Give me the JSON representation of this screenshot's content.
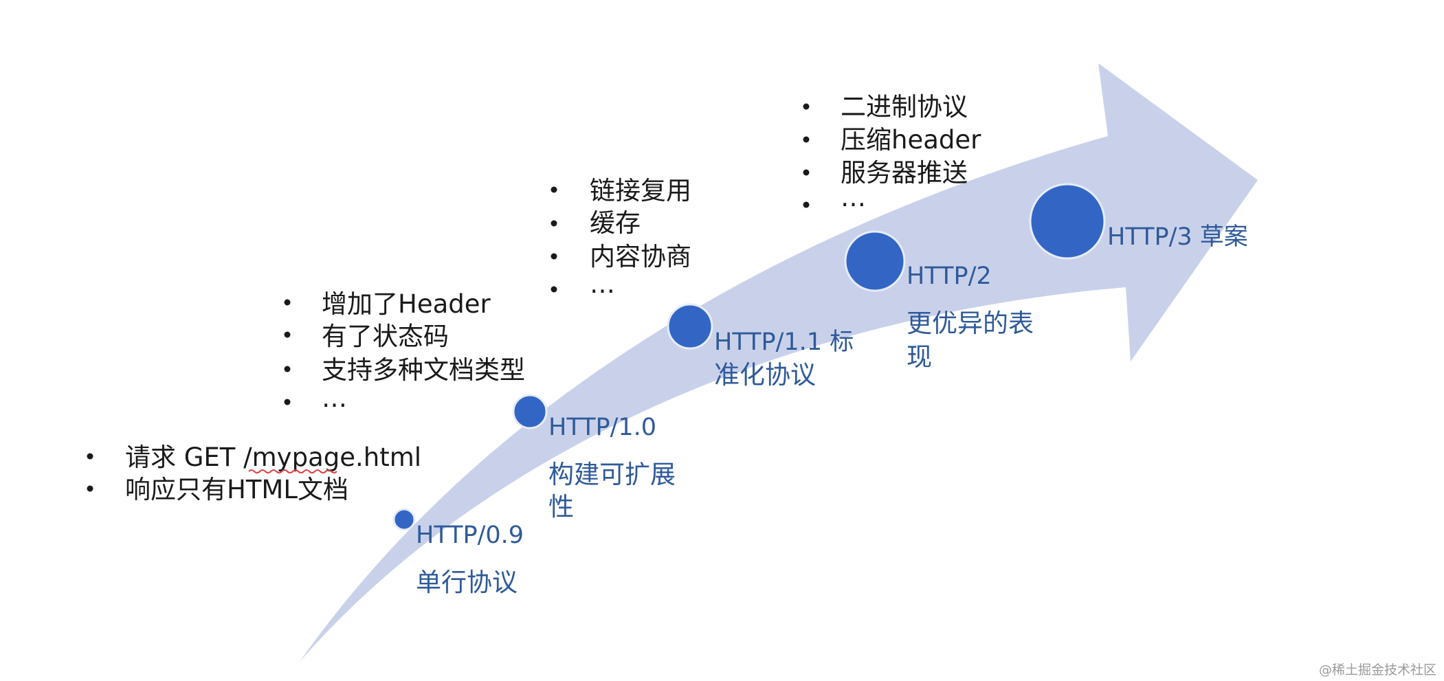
{
  "milestones": [
    {
      "version": "HTTP/0.9",
      "description": [
        "单行协议"
      ]
    },
    {
      "version": "HTTP/1.0",
      "description": [
        "构建可扩展",
        "性"
      ]
    },
    {
      "version": "HTTP/1.1 标",
      "description": [
        "准化协议"
      ]
    },
    {
      "version": "HTTP/2",
      "description": [
        "更优异的表",
        "现"
      ]
    },
    {
      "version": "HTTP/3 草案",
      "description": []
    }
  ],
  "feature_lists": [
    {
      "milestone": "HTTP/0.9",
      "items": [
        "请求 GET /mypage.html",
        "响应只有HTML文档"
      ]
    },
    {
      "milestone": "HTTP/1.0",
      "items": [
        "增加了Header",
        "有了状态码",
        "支持多种文档类型",
        "…"
      ]
    },
    {
      "milestone": "HTTP/1.1",
      "items": [
        "链接复用",
        "缓存",
        "内容协商",
        "…"
      ]
    },
    {
      "milestone": "HTTP/2",
      "items": [
        "二进制协议",
        "压缩header",
        "服务器推送",
        "…"
      ]
    }
  ],
  "watermark": "@稀土掘金技术社区",
  "colors": {
    "arrow": "#c9d1ea",
    "dot": "#3366c4",
    "milestone_text": "#2f5a9a",
    "feature_text": "#1a1a1a"
  },
  "icons": [
    "curved-arrow",
    "bullet-dot"
  ]
}
